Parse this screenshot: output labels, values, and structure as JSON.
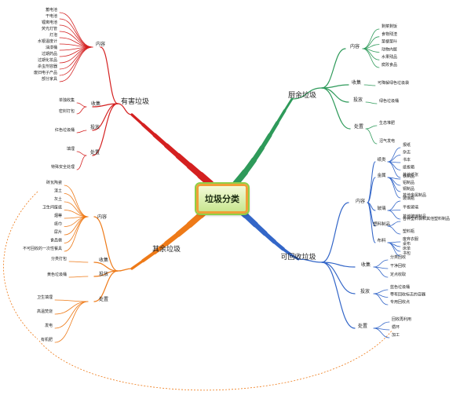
{
  "center": {
    "label": "垃圾分类"
  },
  "colors": {
    "hazardous": "#d42020",
    "kitchen": "#2e9a5a",
    "other": "#ee7a18",
    "recyclable": "#3366c8",
    "center_border": "#f0a038",
    "center_glow": "#8fcf48"
  },
  "branches": {
    "hazardous": {
      "label": "有害垃圾",
      "groups": {
        "content": {
          "label": "内容",
          "items": [
            "蓄电池",
            "干电池",
            "锂离电池",
            "荧光灯管",
            "灯泡",
            "水银温度计",
            "油漆桶",
            "过期药品",
            "过期化妆品",
            "杀虫剂容器",
            "废旧电子产品",
            "部分家具"
          ]
        },
        "collect": {
          "label": "收集",
          "items": [
            "单独收集",
            "密封打包"
          ]
        },
        "dispose": {
          "label": "投放",
          "items": [
            "红色垃圾桶"
          ]
        },
        "process": {
          "label": "处置",
          "items": [
            "填埋",
            "特殊安全处理"
          ]
        }
      }
    },
    "kitchen": {
      "label": "厨余垃圾",
      "groups": {
        "content": {
          "label": "内容",
          "items": [
            "剩菜剩饭",
            "食物残渣",
            "菜梗菜叶",
            "动物内脏",
            "水果残品",
            "腐败食品"
          ]
        },
        "collect": {
          "label": "收集",
          "items": [
            "可降解绿色垃圾袋"
          ]
        },
        "dispose": {
          "label": "投放",
          "items": [
            "绿色垃圾桶"
          ]
        },
        "process": {
          "label": "处置",
          "items": [
            "生态堆肥",
            "沼气发电"
          ]
        }
      }
    },
    "other": {
      "label": "其余垃圾",
      "groups": {
        "content": {
          "label": "内容",
          "items": [
            "砖瓦陶瓷",
            "渣土",
            "灰土",
            "卫生间废纸",
            "烟蒂",
            "纸巾",
            "尿片",
            "食品袋",
            "不可回收的一次性餐具"
          ]
        },
        "collect": {
          "label": "收集",
          "items": [
            "分类打包"
          ]
        },
        "dispose": {
          "label": "投放",
          "items": [
            "黄色垃圾桶"
          ]
        },
        "process": {
          "label": "处置",
          "items": [
            "卫生填埋",
            "高温焚烧",
            "发电",
            "有机肥"
          ]
        }
      }
    },
    "recyclable": {
      "label": "可回收垃圾",
      "groups": {
        "content": {
          "label": "内容",
          "subgroups": [
            {
              "label": "纸类",
              "items": [
                "报纸",
                "杂志",
                "书本",
                "纸板箱",
                "其他纸张"
              ]
            },
            {
              "label": "金属",
              "items": [
                "铁制品",
                "铝制品",
                "铜制品",
                "其他金属制品"
              ]
            },
            {
              "label": "玻璃",
              "items": [
                "玻璃瓶",
                "平板玻璃",
                "其他玻璃制品"
              ]
            },
            {
              "label": "塑料制品",
              "items": [
                "各种塑料袋和其他塑料制品",
                "塑料瓶"
              ]
            },
            {
              "label": "布料",
              "items": [
                "废弃衣服",
                "桌布",
                "床单",
                "书包"
              ]
            }
          ]
        },
        "collect": {
          "label": "收集",
          "items": [
            "分类回收",
            "干净回收",
            "定点收取"
          ]
        },
        "dispose": {
          "label": "投放",
          "items": [
            "蓝色垃圾桶",
            "带有回收标志的容器",
            "专用回收点"
          ]
        },
        "process": {
          "label": "处置",
          "items": [
            "回收再利用",
            "循环",
            "加工"
          ]
        }
      }
    }
  }
}
